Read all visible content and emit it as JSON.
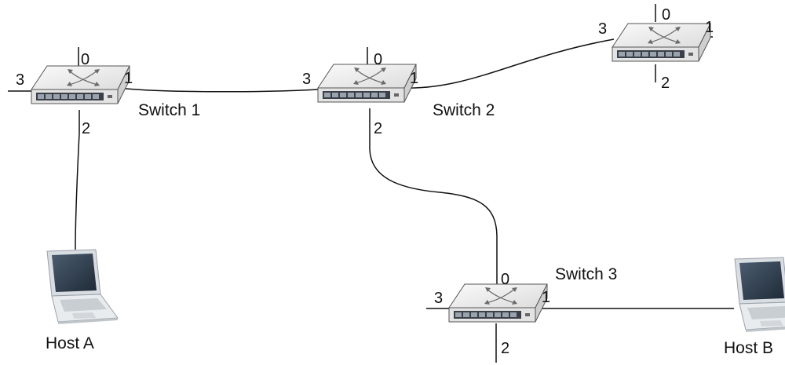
{
  "switches": [
    {
      "id": "switch1",
      "name": "Switch 1",
      "ports": {
        "p0": "0",
        "p1": "1",
        "p2": "2",
        "p3": "3"
      }
    },
    {
      "id": "switch2",
      "name": "Switch 2",
      "ports": {
        "p0": "0",
        "p1": "1",
        "p2": "2",
        "p3": "3"
      }
    },
    {
      "id": "switch_top_right",
      "name": "",
      "ports": {
        "p0": "0",
        "p1": "1",
        "p2": "2",
        "p3": "3"
      }
    },
    {
      "id": "switch3",
      "name": "Switch 3",
      "ports": {
        "p0": "0",
        "p1": "1",
        "p2": "2",
        "p3": "3"
      }
    }
  ],
  "hosts": [
    {
      "id": "hostA",
      "name": "Host A"
    },
    {
      "id": "hostB",
      "name": "Host B"
    }
  ],
  "links": [
    {
      "from": "switch1.port1",
      "to": "switch2.port3"
    },
    {
      "from": "switch2.port1",
      "to": "switch_top_right.port3"
    },
    {
      "from": "switch2.port2",
      "to": "switch3.port0"
    },
    {
      "from": "switch1.port2",
      "to": "hostA"
    },
    {
      "from": "switch3.port1",
      "to": "hostB"
    }
  ],
  "colors": {
    "switch_body": "#e6e6e6",
    "switch_top": "#f1f1f1",
    "port_panel": "#3a3f48",
    "screen": "#2c3c4c",
    "wire": "#111111"
  }
}
